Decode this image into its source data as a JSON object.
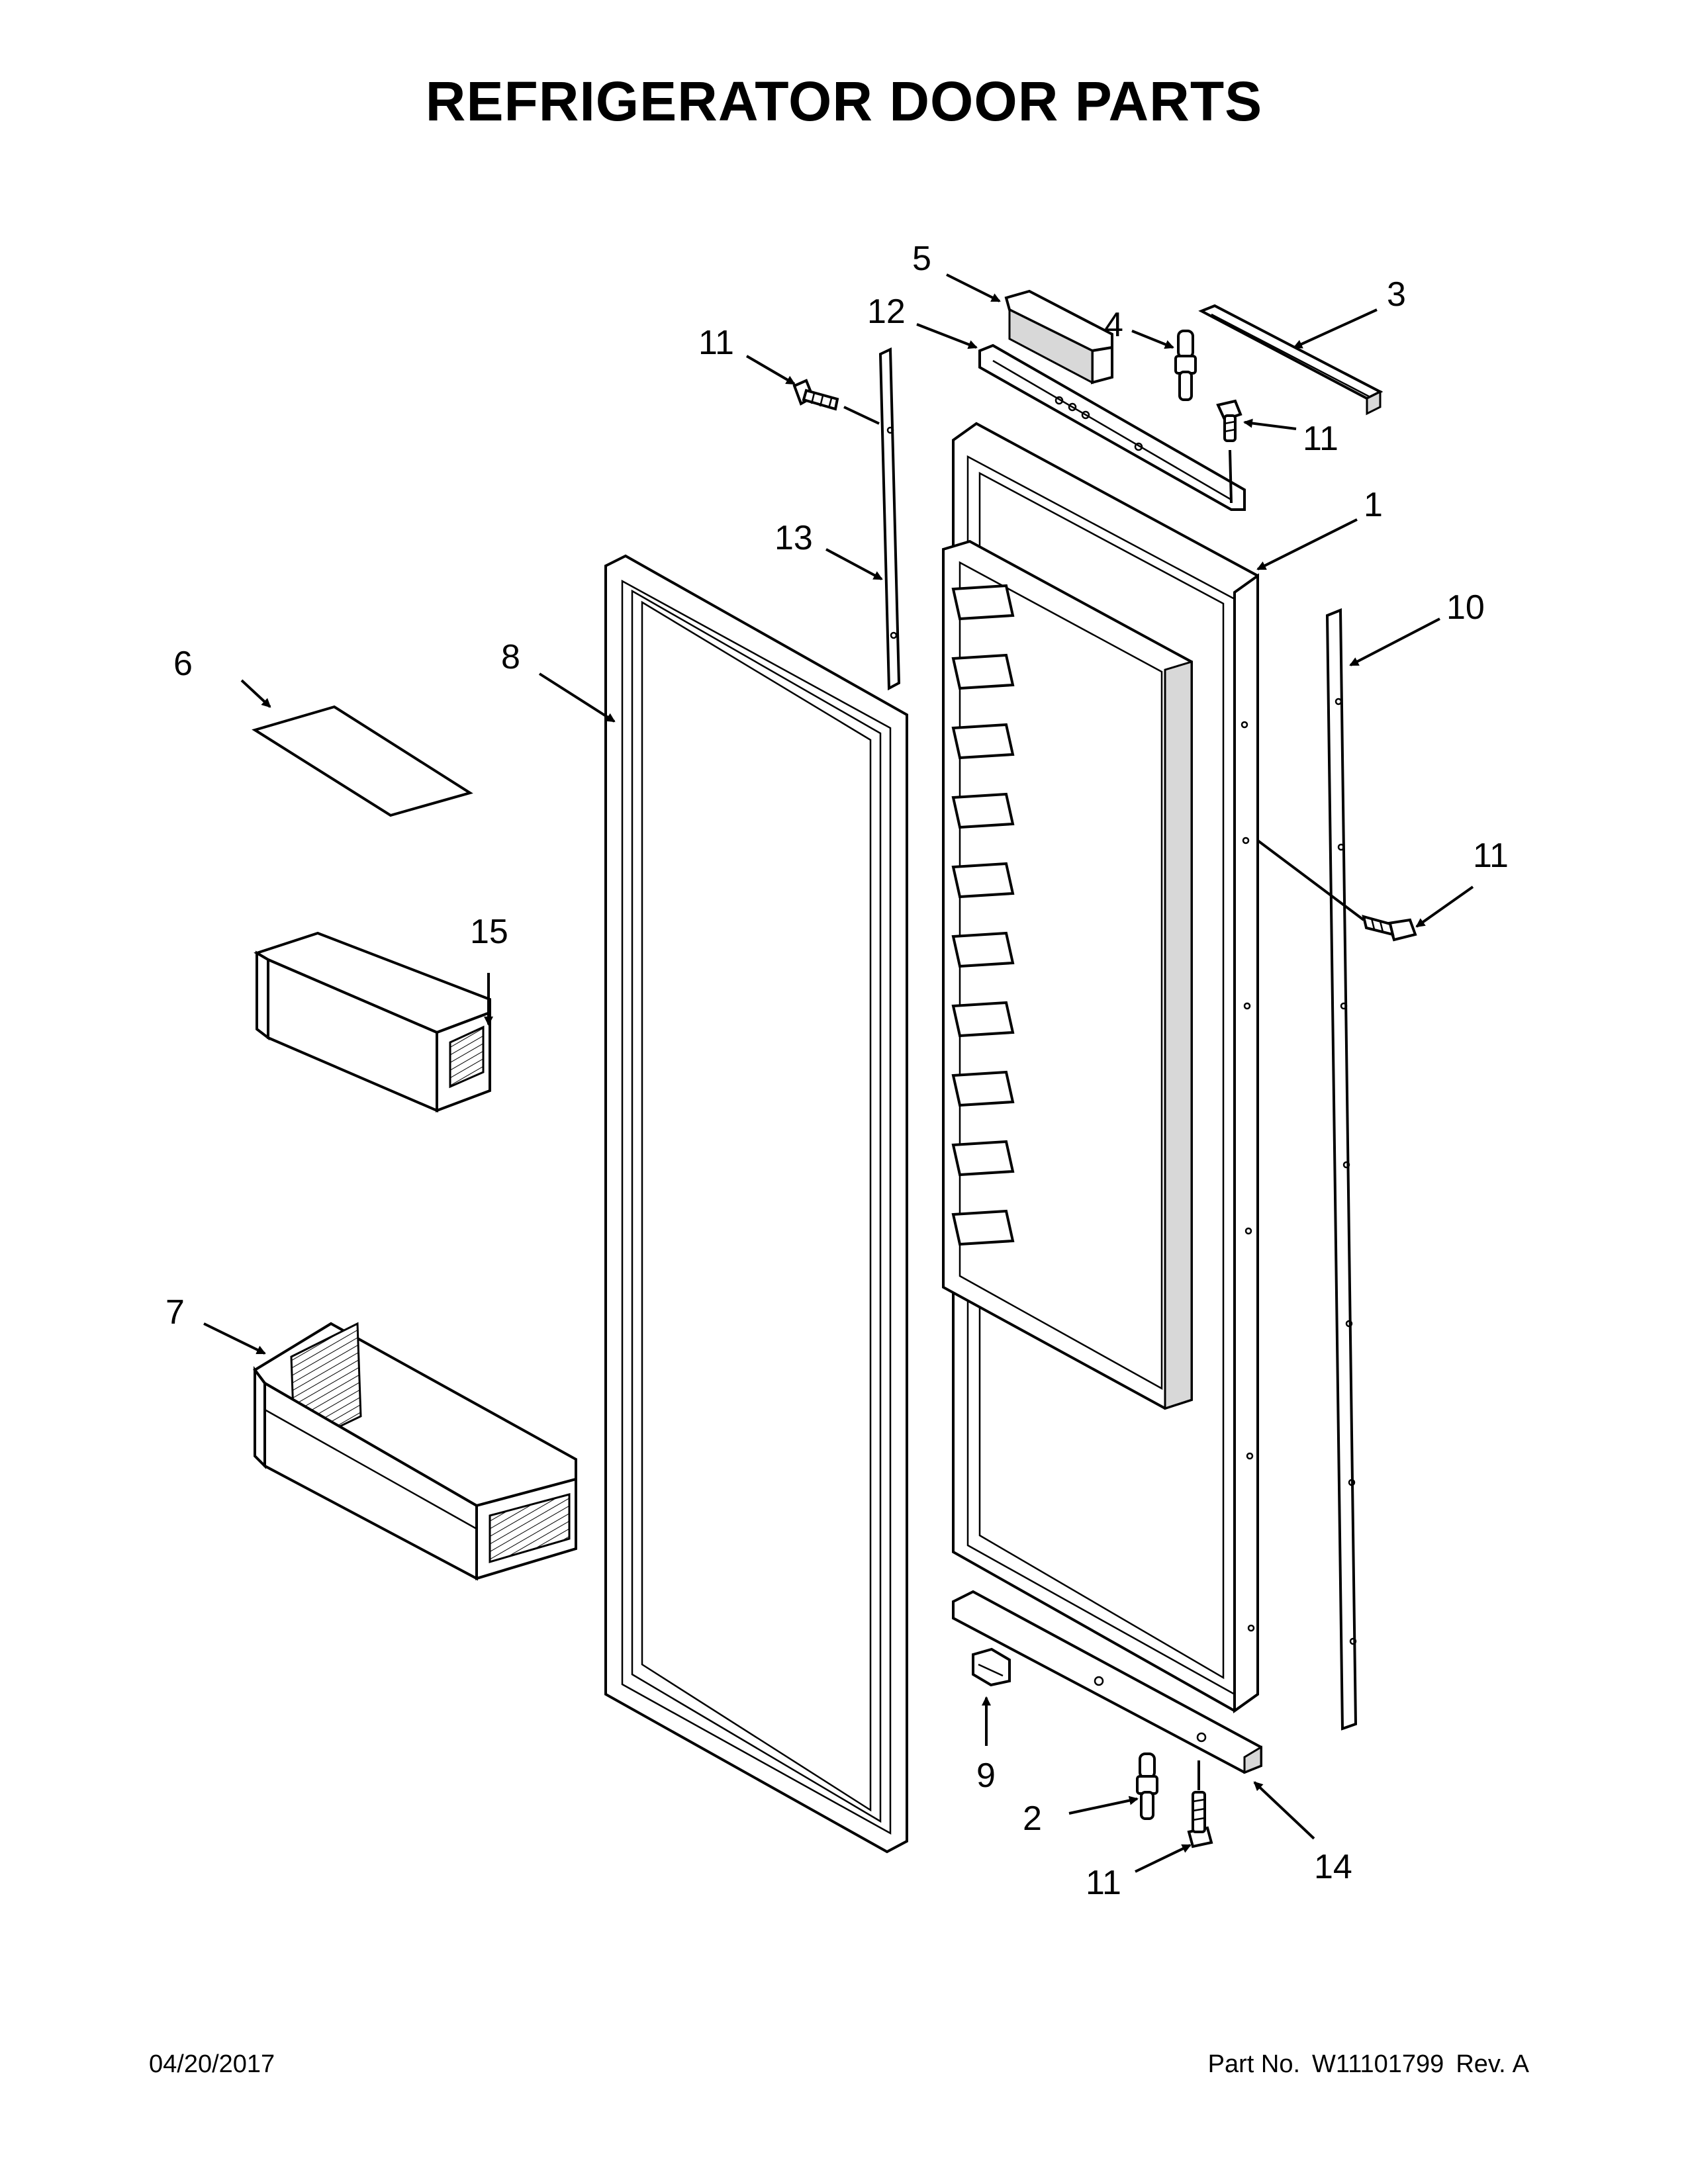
{
  "title": "REFRIGERATOR DOOR PARTS",
  "footer": {
    "date": "04/20/2017",
    "part_label": "Part No.",
    "part_number": "W11101799",
    "rev_label": "Rev.",
    "rev_value": "A"
  },
  "callouts": [
    {
      "id": "c1",
      "label": "1"
    },
    {
      "id": "c2",
      "label": "2"
    },
    {
      "id": "c3",
      "label": "3"
    },
    {
      "id": "c4",
      "label": "4"
    },
    {
      "id": "c5",
      "label": "5"
    },
    {
      "id": "c6",
      "label": "6"
    },
    {
      "id": "c7",
      "label": "7"
    },
    {
      "id": "c8",
      "label": "8"
    },
    {
      "id": "c9",
      "label": "9"
    },
    {
      "id": "c10",
      "label": "10"
    },
    {
      "id": "c11a",
      "label": "11"
    },
    {
      "id": "c11b",
      "label": "11"
    },
    {
      "id": "c11c",
      "label": "11"
    },
    {
      "id": "c11d",
      "label": "11"
    },
    {
      "id": "c12",
      "label": "12"
    },
    {
      "id": "c13",
      "label": "13"
    },
    {
      "id": "c14",
      "label": "14"
    },
    {
      "id": "c15",
      "label": "15"
    }
  ]
}
